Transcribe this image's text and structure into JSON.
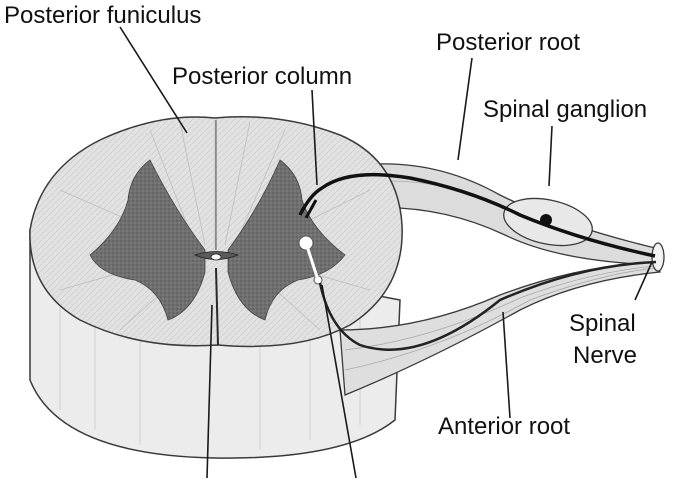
{
  "labels": {
    "posterior_funiculus": "Posterior funiculus",
    "posterior_column": "Posterior column",
    "posterior_root": "Posterior root",
    "spinal_ganglion": "Spinal ganglion",
    "spinal_nerve_line1": "Spinal",
    "spinal_nerve_line2": "Nerve",
    "anterior_root": "Anterior root"
  },
  "colors": {
    "cord_fill": "#e4e4e4",
    "cord_outline": "#3a3a3a",
    "gray_matter": "#6e6e6e",
    "nerve_fiber": "#111111"
  }
}
